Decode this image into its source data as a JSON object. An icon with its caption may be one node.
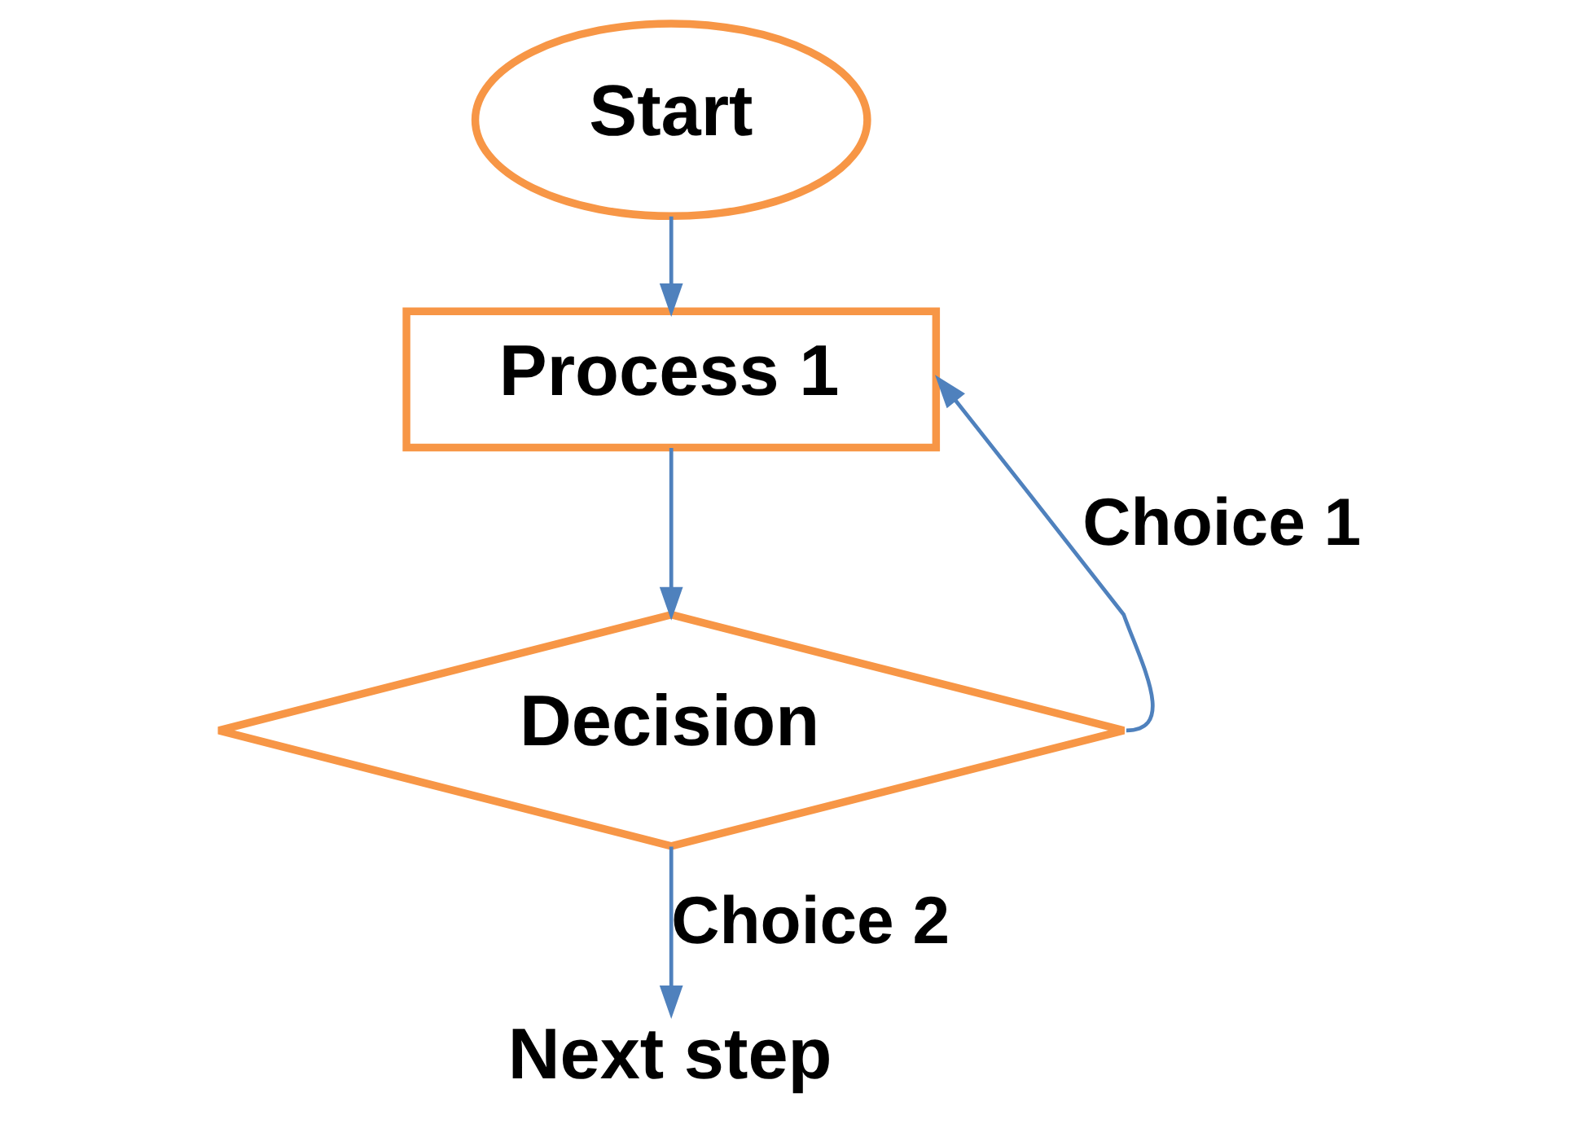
{
  "diagram": {
    "nodes": [
      {
        "text": [
          "Start"
        ]
      },
      {
        "text": [
          "Process 1"
        ]
      },
      {
        "text": [
          "Decision"
        ]
      },
      {
        "text": [
          "Next step"
        ]
      }
    ],
    "edges": [
      {
        "from": 0,
        "to": 1,
        "arrow": "to"
      },
      {
        "from": 1,
        "to": 2,
        "arrow": "to"
      },
      {
        "from": 2,
        "to": 1,
        "arrow": "to",
        "label": "Choice 1"
      },
      {
        "from": 2,
        "to": 3,
        "arrow": "to",
        "label": "Choice 2"
      }
    ]
  }
}
